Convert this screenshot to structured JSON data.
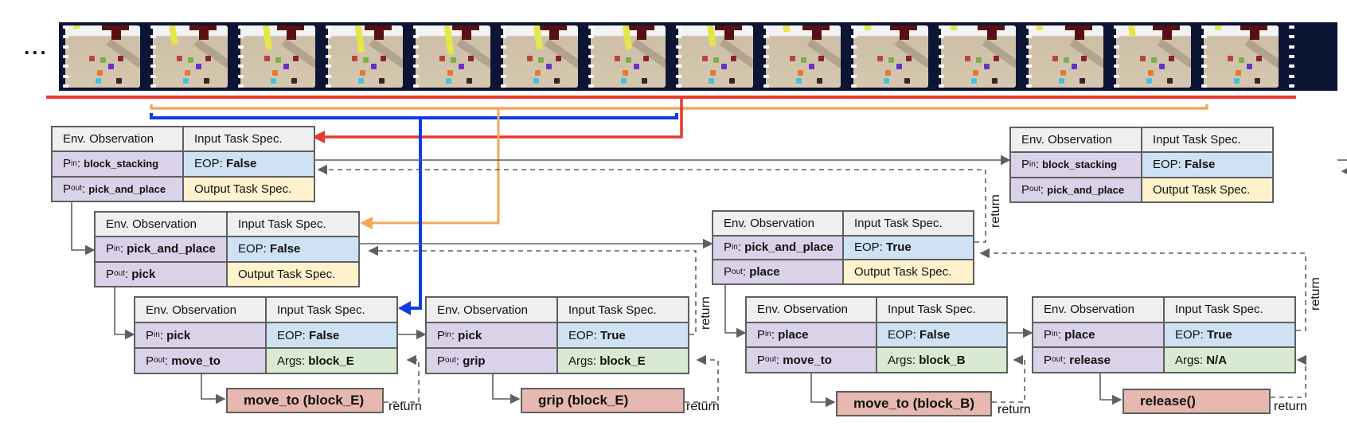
{
  "timeline": {
    "left_ellipsis": "...",
    "right_ellipsis": "...",
    "frame_count": 14,
    "colors": {
      "red": "#e8392c",
      "orange": "#f4a85a",
      "blue": "#0f3ee0",
      "line": "#5f5f5f"
    }
  },
  "cards": [
    {
      "id": "block_stacking_1",
      "obs": "Env. Observation",
      "input": "Input Task Spec.",
      "pin_label": "P",
      "pin_sub": "in",
      "pin_value": "block_stacking",
      "eop_label": "EOP: ",
      "eop_value": "False",
      "pout_label": "P",
      "pout_sub": "out",
      "pout_value": "pick_and_place",
      "output_label": "Output Task Spec.",
      "output_value": ""
    },
    {
      "id": "pick_and_place_1",
      "obs": "Env. Observation",
      "input": "Input Task Spec.",
      "pin_label": "P",
      "pin_sub": "in",
      "pin_value": "pick_and_place",
      "eop_label": "EOP: ",
      "eop_value": "False",
      "pout_label": "P",
      "pout_sub": "out",
      "pout_value": "pick",
      "output_label": "Output Task Spec.",
      "output_value": ""
    },
    {
      "id": "pick_1",
      "obs": "Env. Observation",
      "input": "Input Task Spec.",
      "pin_label": "P",
      "pin_sub": "in",
      "pin_value": "pick",
      "eop_label": "EOP: ",
      "eop_value": "False",
      "pout_label": "P",
      "pout_sub": "out",
      "pout_value": "move_to",
      "output_label": "Args: ",
      "output_value": "block_E"
    },
    {
      "id": "pick_2",
      "obs": "Env. Observation",
      "input": "Input Task Spec.",
      "pin_label": "P",
      "pin_sub": "in",
      "pin_value": "pick",
      "eop_label": "EOP: ",
      "eop_value": "True",
      "pout_label": "P",
      "pout_sub": "out",
      "pout_value": "grip",
      "output_label": "Args: ",
      "output_value": "block_E"
    },
    {
      "id": "pick_and_place_2",
      "obs": "Env. Observation",
      "input": "Input Task Spec.",
      "pin_label": "P",
      "pin_sub": "in",
      "pin_value": "pick_and_place",
      "eop_label": "EOP: ",
      "eop_value": "True",
      "pout_label": "P",
      "pout_sub": "out",
      "pout_value": "place",
      "output_label": "Output Task Spec.",
      "output_value": ""
    },
    {
      "id": "place_1",
      "obs": "Env. Observation",
      "input": "Input Task Spec.",
      "pin_label": "P",
      "pin_sub": "in",
      "pin_value": "place",
      "eop_label": "EOP: ",
      "eop_value": "False",
      "pout_label": "P",
      "pout_sub": "out",
      "pout_value": "move_to",
      "output_label": "Args: ",
      "output_value": "block_B"
    },
    {
      "id": "place_2",
      "obs": "Env. Observation",
      "input": "Input Task Spec.",
      "pin_label": "P",
      "pin_sub": "in",
      "pin_value": "place",
      "eop_label": "EOP: ",
      "eop_value": "True",
      "pout_label": "P",
      "pout_sub": "out",
      "pout_value": "release",
      "output_label": "Args: ",
      "output_value": "N/A"
    },
    {
      "id": "block_stacking_2",
      "obs": "Env. Observation",
      "input": "Input Task Spec.",
      "pin_label": "P",
      "pin_sub": "in",
      "pin_value": "block_stacking",
      "eop_label": "EOP: ",
      "eop_value": "False",
      "pout_label": "P",
      "pout_sub": "out",
      "pout_value": "pick_and_place",
      "output_label": "Output Task Spec.",
      "output_value": ""
    }
  ],
  "actions": [
    {
      "label": "move_to (block_E)"
    },
    {
      "label": "grip (block_E)"
    },
    {
      "label": "move_to (block_B)"
    },
    {
      "label": "release()"
    }
  ],
  "return_label": "return"
}
